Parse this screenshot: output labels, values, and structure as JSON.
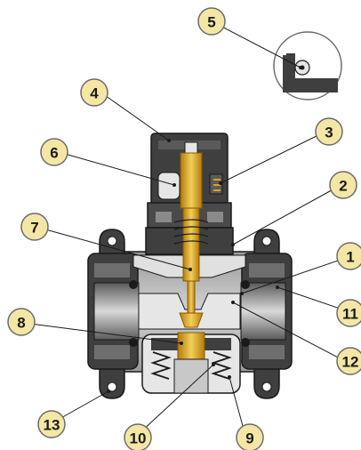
{
  "diagram": {
    "callouts": [
      {
        "id": "1",
        "label": "1"
      },
      {
        "id": "2",
        "label": "2"
      },
      {
        "id": "3",
        "label": "3"
      },
      {
        "id": "4",
        "label": "4"
      },
      {
        "id": "5",
        "label": "5"
      },
      {
        "id": "6",
        "label": "6"
      },
      {
        "id": "7",
        "label": "7"
      },
      {
        "id": "8",
        "label": "8"
      },
      {
        "id": "9",
        "label": "9"
      },
      {
        "id": "10",
        "label": "10"
      },
      {
        "id": "11",
        "label": "11"
      },
      {
        "id": "12",
        "label": "12"
      },
      {
        "id": "13",
        "label": "13"
      }
    ],
    "colors": {
      "body_dark": "#3f3f3f",
      "body_mid": "#8a8a8a",
      "body_light": "#c8c8c8",
      "body_highlight": "#e6e6e6",
      "brass": "#e0a21a",
      "brass_light": "#f3cf5a",
      "callout_fill": "#f4e7a6",
      "callout_stroke": "#6b6b6b",
      "leader": "#1a1a1a"
    }
  }
}
